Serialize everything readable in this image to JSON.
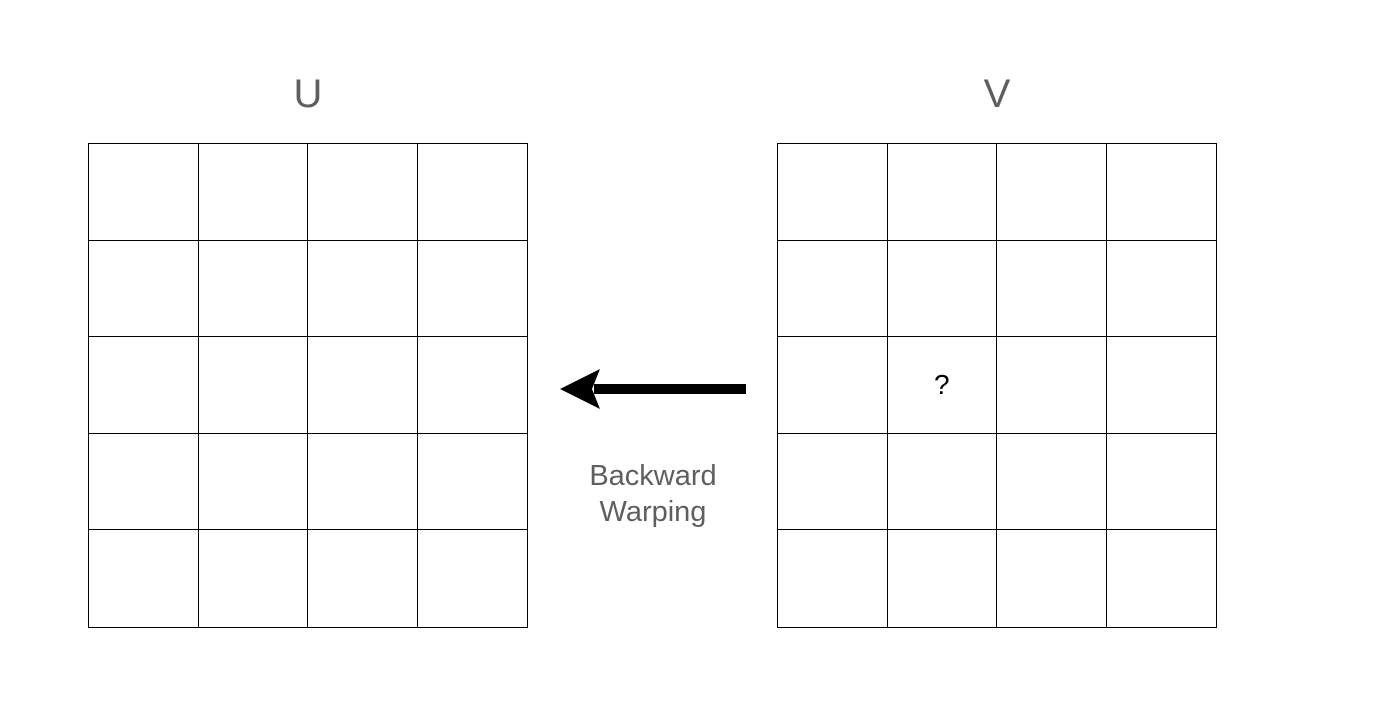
{
  "colors": {
    "label_text": "#5f5f5f",
    "grid_line": "#000000",
    "arrow": "#000000",
    "background": "#ffffff"
  },
  "left_grid": {
    "title": "U",
    "rows": 5,
    "cols": 4,
    "cells": []
  },
  "right_grid": {
    "title": "V",
    "rows": 5,
    "cols": 4,
    "cells": [
      {
        "row": 2,
        "col": 1,
        "text": "?"
      }
    ]
  },
  "arrow": {
    "direction": "left",
    "label_lines": [
      "Backward",
      "Warping"
    ]
  }
}
